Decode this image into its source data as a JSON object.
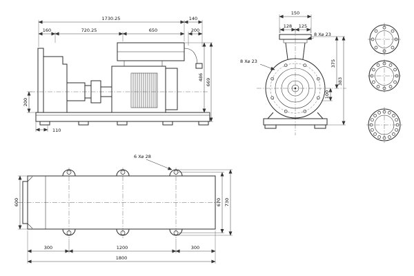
{
  "page": {
    "background": "#ffffff",
    "line_color": "#2b2b2b",
    "dim_text_color": "#111111"
  },
  "views": {
    "side": {
      "dims": {
        "total_length": "1730.25",
        "seg_left": "160",
        "seg_pump": "720.25",
        "seg_motor": "650",
        "top_right_width": "140",
        "top_right_height": "200",
        "height_upper": "486",
        "height_overall": "669",
        "centerline_to_base": "200",
        "foot_offset": "110"
      }
    },
    "end": {
      "dims": {
        "flange_width": "150",
        "bolt_span_left": "128",
        "bolt_span_right": "125",
        "flange_bolts_callout": "8 X⌀ 23",
        "casing_bolts_callout": "8 X⌀ 23",
        "height_to_centerline": "375",
        "height_overall": "383",
        "depth_below_centerline": "100"
      }
    },
    "plan": {
      "dims": {
        "anchor_holes_callout": "6 X⌀ 28",
        "plate_width": "600",
        "lug_hole_span": "670",
        "lug_overall": "730",
        "pitch_left": "300",
        "pitch_center": "1200",
        "pitch_right": "300",
        "plate_length": "1800"
      }
    }
  }
}
